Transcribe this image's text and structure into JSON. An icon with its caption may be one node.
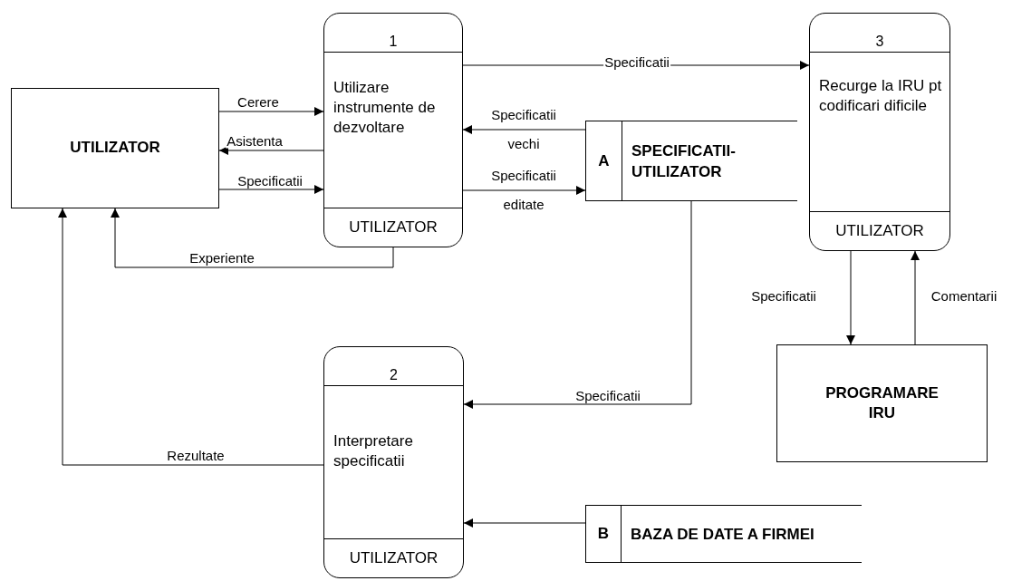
{
  "diagram": {
    "nodes": [
      {
        "text": [
          "UTILIZATOR"
        ]
      },
      {
        "text": [
          "1",
          "Utilizare instrumente de dezvoltare",
          "UTILIZATOR"
        ]
      },
      {
        "text": [
          "3",
          "Recurge la IRU pt codificari dificile",
          "UTILIZATOR"
        ]
      },
      {
        "text": [
          "A",
          "SPECIFICATII-UTILIZATOR"
        ]
      },
      {
        "text": [
          "2",
          "Interpretare specificatii",
          "UTILIZATOR"
        ]
      },
      {
        "text": [
          "PROGRAMARE IRU"
        ]
      },
      {
        "text": [
          "B",
          "BAZA DE DATE A FIRMEI"
        ]
      }
    ],
    "edges": [
      {
        "from": 0,
        "to": 1,
        "arrow": "to",
        "label": "Cerere"
      },
      {
        "from": 1,
        "to": 0,
        "arrow": "to",
        "label": "Asistenta"
      },
      {
        "from": 0,
        "to": 1,
        "arrow": "to",
        "label": "Specificatii"
      },
      {
        "from": 1,
        "to": 0,
        "arrow": "to",
        "label": "Experiente"
      },
      {
        "from": 1,
        "to": 2,
        "arrow": "to",
        "label": "Specificatii"
      },
      {
        "from": 3,
        "to": 1,
        "arrow": "to",
        "label": "Specificatii vechi"
      },
      {
        "from": 1,
        "to": 3,
        "arrow": "to",
        "label": "Specificatii editate"
      },
      {
        "from": 3,
        "to": 4,
        "arrow": "to",
        "label": "Specificatii"
      },
      {
        "from": 4,
        "to": 0,
        "arrow": "to",
        "label": "Rezultate"
      },
      {
        "from": 6,
        "to": 4,
        "arrow": "to"
      },
      {
        "from": 2,
        "to": 5,
        "arrow": "to",
        "label": "Specificatii"
      },
      {
        "from": 5,
        "to": 2,
        "arrow": "to",
        "label": "Comentarii"
      }
    ]
  }
}
